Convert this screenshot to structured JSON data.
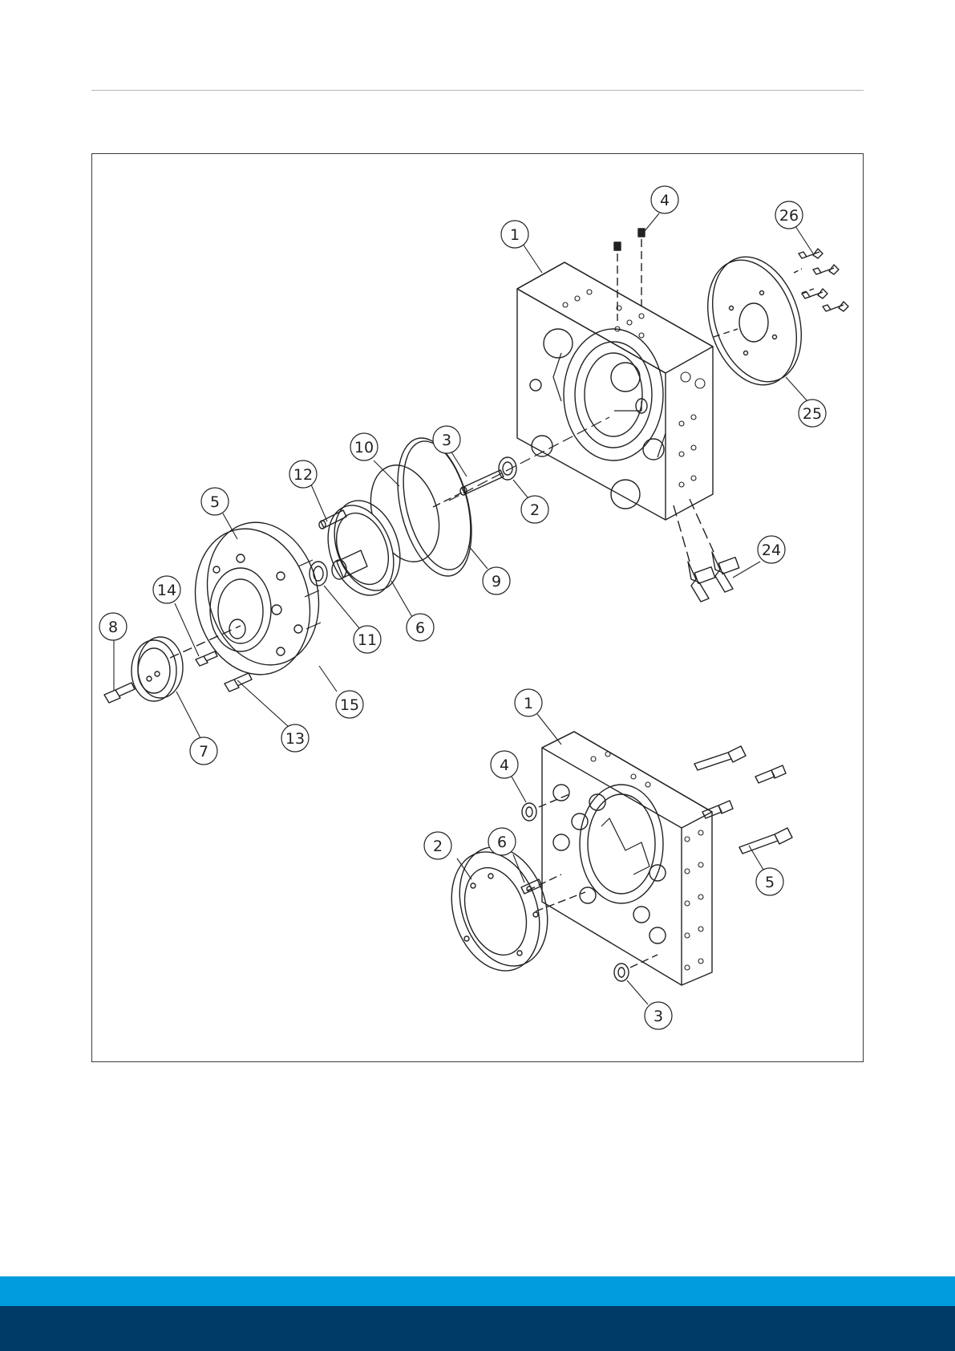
{
  "colors": {
    "ink": "#222222",
    "footer_light": "#009cde",
    "footer_dark": "#003a66"
  },
  "upper_assembly": {
    "callouts": [
      "1",
      "4",
      "26",
      "25",
      "3",
      "2",
      "10",
      "12",
      "5",
      "9",
      "6",
      "11",
      "24",
      "14",
      "8",
      "15",
      "13",
      "7"
    ]
  },
  "lower_assembly": {
    "callouts": [
      "1",
      "4",
      "2",
      "6",
      "5",
      "3"
    ]
  }
}
